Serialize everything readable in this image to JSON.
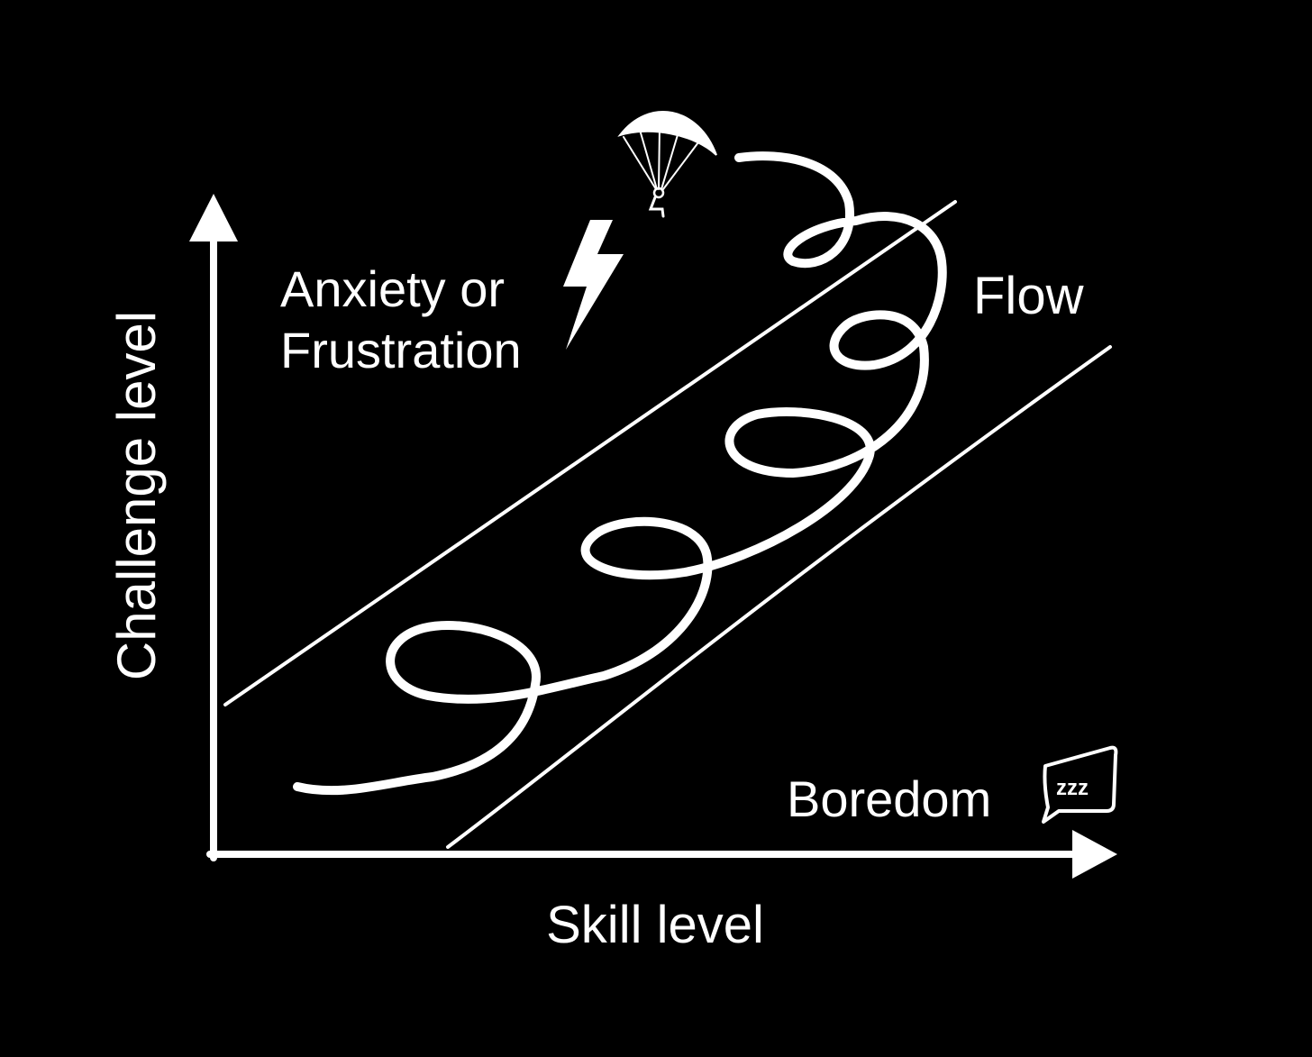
{
  "diagram": {
    "labels": {
      "y_axis": "Challenge level",
      "x_axis": "Skill level",
      "anxiety_line1": "Anxiety or",
      "anxiety_line2": "Frustration",
      "flow": "Flow",
      "boredom": "Boredom",
      "boredom_bubble_text": "zzz"
    },
    "icons": {
      "lightning": "lightning-bolt-icon",
      "paraglider": "paraglider-icon",
      "speech_bubble": "speech-bubble-zzz-icon"
    },
    "colors": {
      "background": "#000000",
      "foreground": "#ffffff"
    }
  }
}
